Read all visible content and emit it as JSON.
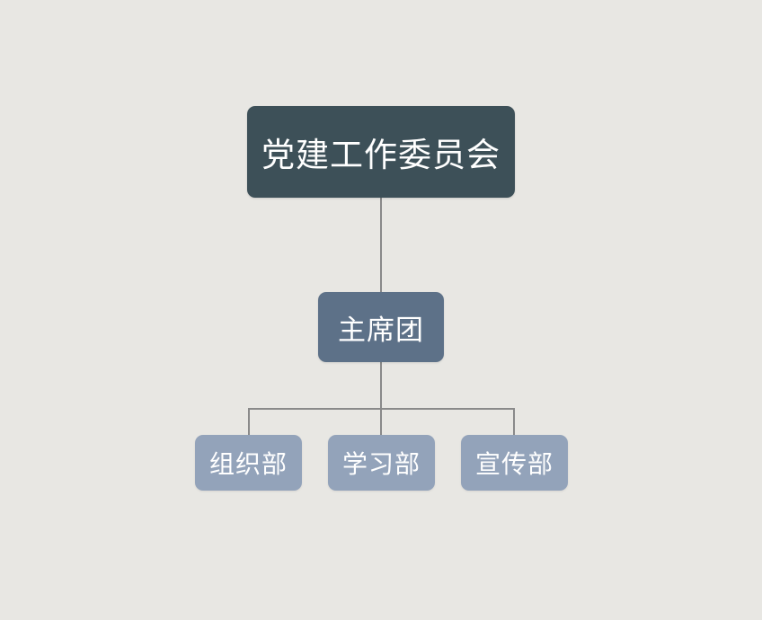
{
  "chart_data": {
    "type": "diagram",
    "diagram_type": "organization-chart",
    "orientation": "top-down",
    "title": "",
    "background_color": "#e8e7e3",
    "connector_color": "#8a8a8a",
    "levels": [
      {
        "level": 1,
        "fill": "#3d5058",
        "text_color": "#ffffff",
        "nodes": [
          "党建工作委员会"
        ]
      },
      {
        "level": 2,
        "fill": "#5d7188",
        "text_color": "#ffffff",
        "nodes": [
          "主席团"
        ]
      },
      {
        "level": 3,
        "fill": "#93a3ba",
        "text_color": "#ffffff",
        "nodes": [
          "组织部",
          "学习部",
          "宣传部"
        ]
      }
    ],
    "edges": [
      {
        "from": "党建工作委员会",
        "to": "主席团"
      },
      {
        "from": "主席团",
        "to": "组织部"
      },
      {
        "from": "主席团",
        "to": "学习部"
      },
      {
        "from": "主席团",
        "to": "宣传部"
      }
    ]
  },
  "chart": {
    "root": {
      "label": "党建工作委员会"
    },
    "presidium": {
      "label": "主席团"
    },
    "departments": [
      {
        "label": "组织部"
      },
      {
        "label": "学习部"
      },
      {
        "label": "宣传部"
      }
    ]
  }
}
